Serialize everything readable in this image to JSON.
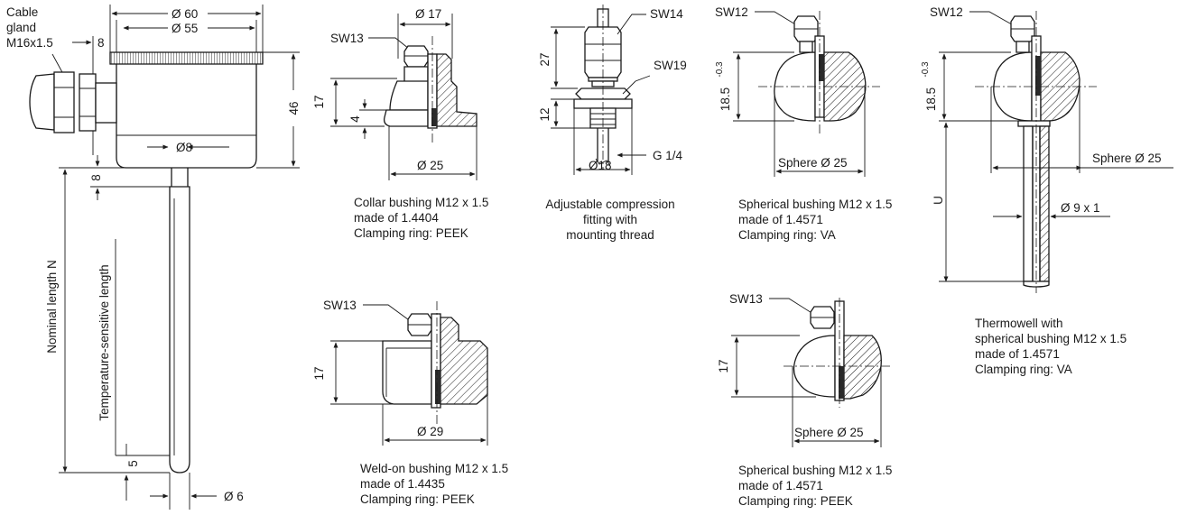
{
  "sensor": {
    "cable_gland_line1": "Cable",
    "cable_gland_line2": "gland",
    "cable_gland_line3": "M16x1.5",
    "dim_8_gland": "8",
    "dia_60": "Ø 60",
    "dia_55": "Ø 55",
    "dim_46": "46",
    "dia_8": "Ø8",
    "dim_8_neck": "8",
    "nominal_length": "Nominal length N",
    "sensitive_length": "Temperature-sensitive length",
    "dim_5": "5",
    "dia_6": "Ø 6"
  },
  "collar": {
    "sw": "SW13",
    "dia_top": "Ø 17",
    "dim_17": "17",
    "dim_4": "4",
    "dia_bottom": "Ø 25",
    "caption": [
      "Collar bushing M12 x 1.5",
      "made of 1.4404",
      "Clamping ring: PEEK"
    ]
  },
  "weld": {
    "sw": "SW13",
    "dim_17": "17",
    "dia_bottom": "Ø 29",
    "caption": [
      "Weld-on bushing M12 x 1.5",
      "made of 1.4435",
      "Clamping ring: PEEK"
    ]
  },
  "compression": {
    "sw_top": "SW14",
    "sw_mid": "SW19",
    "dim_27": "27",
    "dim_12": "12",
    "dia_18": "Ø18",
    "thread": "G 1/4",
    "caption": [
      "Adjustable compression",
      "fitting with",
      "mounting thread"
    ]
  },
  "sphere_va": {
    "sw": "SW12",
    "dim_base": "18.5",
    "dim_tol": "-0.3",
    "sphere": "Sphere Ø 25",
    "caption": [
      "Spherical bushing M12 x 1.5",
      "made of 1.4571",
      "Clamping ring: VA"
    ]
  },
  "sphere_peek": {
    "sw": "SW13",
    "dim_17": "17",
    "sphere": "Sphere Ø 25",
    "caption": [
      "Spherical bushing M12 x 1.5",
      "made of 1.4571",
      "Clamping ring: PEEK"
    ]
  },
  "thermowell": {
    "sw": "SW12",
    "dim_base": "18.5",
    "dim_tol": "-0.3",
    "sphere": "Sphere Ø 25",
    "dim_u": "U",
    "dia_tube": "Ø 9 x 1",
    "caption": [
      "Thermowell with",
      "spherical bushing M12 x 1.5",
      "made of 1.4571",
      "Clamping ring: VA"
    ]
  }
}
